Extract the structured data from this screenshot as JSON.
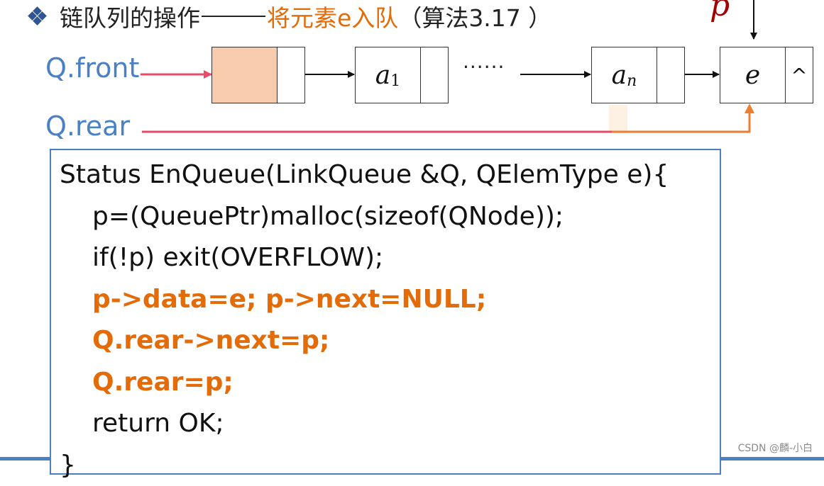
{
  "title": {
    "main": "链队列的操作",
    "operation": "将元素e入队",
    "algorithm": "（算法3.17 ）"
  },
  "labels": {
    "front": "Q.front",
    "rear": "Q.rear",
    "p": "p"
  },
  "nodes": [
    {
      "data": "",
      "next": ""
    },
    {
      "data": "a",
      "sub": "1",
      "next": ""
    },
    {
      "data": "a",
      "sub": "n",
      "next": ""
    },
    {
      "data": "e",
      "next": "^"
    }
  ],
  "ellipsis": "······",
  "colors": {
    "head_node": "#f8cbad",
    "highlight": "#e36c09",
    "pointer_label": "#4a80c4",
    "p_label": "#a00000",
    "front_arrow": "#e84a6a",
    "rear_arrow": "#e84a6a",
    "rear_arrow_new": "#ed7d31"
  },
  "code": [
    "Status EnQueue(LinkQueue &Q, QElemType e){",
    "p=(QueuePtr)malloc(sizeof(QNode));",
    "if(!p) exit(OVERFLOW);",
    "p->data=e; p->next=NULL;",
    "Q.rear->next=p;",
    "Q.rear=p;",
    "return OK;",
    "}"
  ],
  "watermark": "CSDN @麟-小白"
}
